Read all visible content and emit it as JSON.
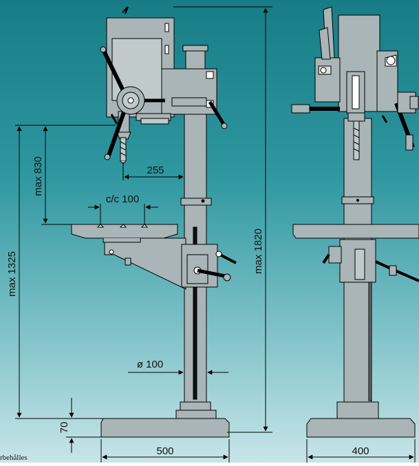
{
  "dimensions": {
    "max_1820": "max 1820",
    "max_1325": "max 1325",
    "max_830": "max 830",
    "d_255": "255",
    "cc_100": "c/c 100",
    "dia_100": "ø 100",
    "d_70": "70",
    "d_500": "500",
    "d_400": "400"
  },
  "footnote": "rbehålles",
  "colors": {
    "background_top": "#177c86",
    "background_bottom": "#c7e5e8",
    "machine_fill": "#a9b5b7",
    "machine_stroke": "#000000",
    "dimension_line": "#000000"
  }
}
